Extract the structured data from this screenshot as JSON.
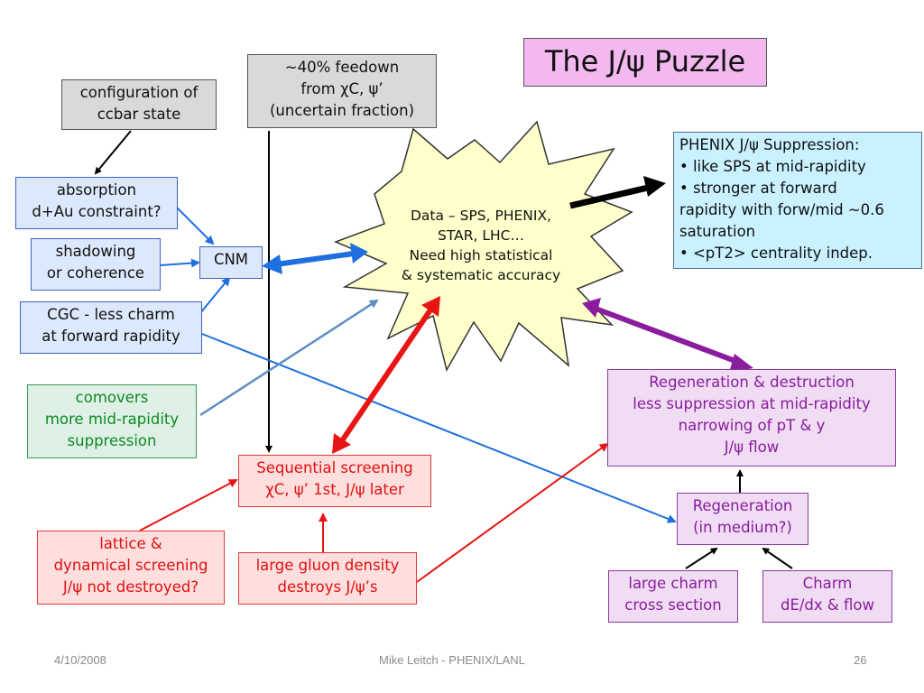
{
  "title": "The J/ψ Puzzle",
  "center": {
    "lines": [
      "Data – SPS, PHENIX,",
      "STAR, LHC…",
      "Need high statistical",
      "& systematic accuracy"
    ]
  },
  "boxes": {
    "config": [
      "configuration of",
      "ccbar state"
    ],
    "feedown": [
      "~40% feedown",
      "from χC, ψ’",
      "(uncertain fraction)"
    ],
    "absorption": [
      "absorption",
      "d+Au constraint?"
    ],
    "shadowing": [
      "shadowing",
      "or coherence"
    ],
    "cnm": [
      "CNM"
    ],
    "cgc": [
      "CGC - less charm",
      "at forward rapidity"
    ],
    "comovers": [
      "comovers",
      "more mid-rapidity",
      "suppression"
    ],
    "sequential": [
      "Sequential screening",
      "χC, ψ’ 1st, J/ψ later"
    ],
    "lattice": [
      "lattice &",
      "dynamical screening",
      "J/ψ not destroyed?"
    ],
    "gluon": [
      "large gluon density",
      "destroys J/ψ’s"
    ],
    "regen_destr": [
      "Regeneration & destruction",
      "less suppression at mid-rapidity",
      "narrowing of pT & y",
      "J/ψ flow"
    ],
    "regen_medium": [
      "Regeneration",
      "(in medium?)"
    ],
    "charm_cs": [
      "large charm",
      "cross section"
    ],
    "charm_de": [
      "Charm",
      "dE/dx & flow"
    ],
    "phenix": [
      "PHENIX J/ψ Suppression:",
      "• like SPS at mid-rapidity",
      "• stronger at forward",
      "rapidity with forw/mid ~0.6",
      "saturation",
      "• <pT2> centrality indep."
    ]
  },
  "footer": {
    "date": "4/10/2008",
    "author": "Mike Leitch - PHENIX/LANL",
    "page": "26"
  },
  "colors": {
    "star_fill": "#ffffcc",
    "arrow_blue": "#1f6fe0",
    "arrow_red": "#e81515",
    "arrow_purple": "#8a1c9e",
    "arrow_steel": "#5f8fc0"
  }
}
